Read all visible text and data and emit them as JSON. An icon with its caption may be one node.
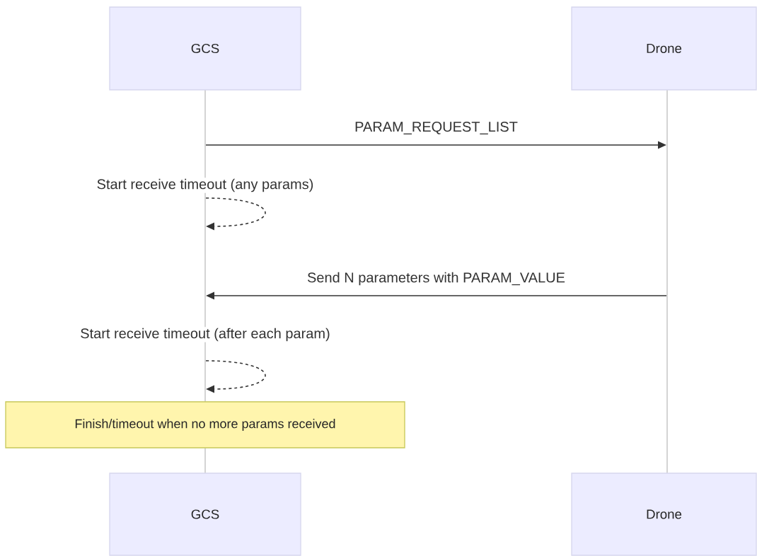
{
  "diagram": {
    "nodes": [
      {
        "text": [
          "GCS"
        ]
      },
      {
        "text": [
          "Drone"
        ]
      },
      {
        "text": [
          "GCS"
        ]
      },
      {
        "text": [
          "Drone"
        ]
      },
      {
        "text": [
          "Finish/timeout when no more params received"
        ]
      },
      {
        "text": [],
        "shape": "bar"
      },
      {
        "text": [],
        "shape": "bar"
      }
    ],
    "edges": [
      {
        "from": 5,
        "to": 6,
        "arrow": "to",
        "label": "PARAM_REQUEST_LIST"
      },
      {
        "from": 5,
        "to": 5,
        "arrow": "to",
        "style": "dashed",
        "label": "Start receive timeout (any params)"
      },
      {
        "from": 6,
        "to": 5,
        "arrow": "to",
        "label": "Send N parameters with PARAM_VALUE"
      },
      {
        "from": 5,
        "to": 5,
        "arrow": "to",
        "style": "dashed",
        "label": "Start receive timeout (after each param)"
      }
    ]
  }
}
